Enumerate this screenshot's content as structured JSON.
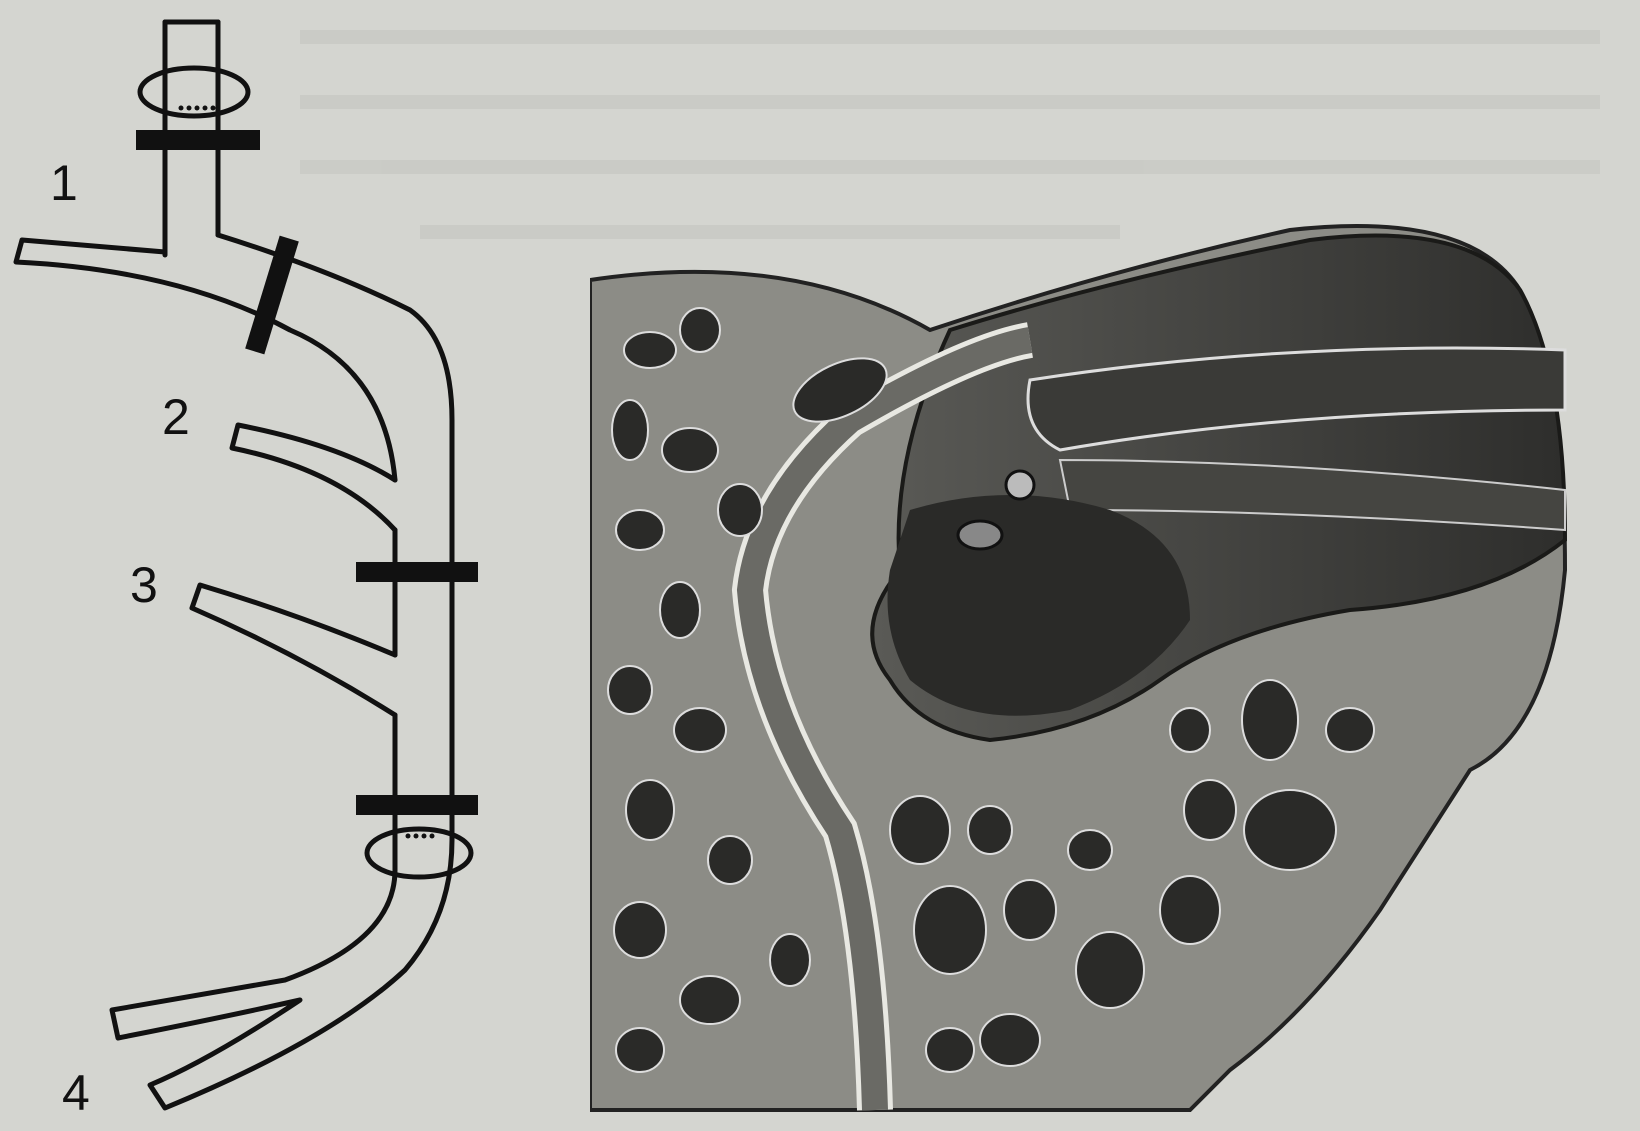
{
  "figure": {
    "schematic": {
      "labels": [
        {
          "id": "n1",
          "text": "1"
        },
        {
          "id": "n2",
          "text": "2"
        },
        {
          "id": "n3",
          "text": "3"
        },
        {
          "id": "n4",
          "text": "4"
        }
      ]
    },
    "colors": {
      "paper": "#d4d5d0",
      "ink": "#111111",
      "bone": "#8c8c86",
      "cavity": "#2a2a28",
      "soft_tissue": "#4a4a47"
    }
  }
}
